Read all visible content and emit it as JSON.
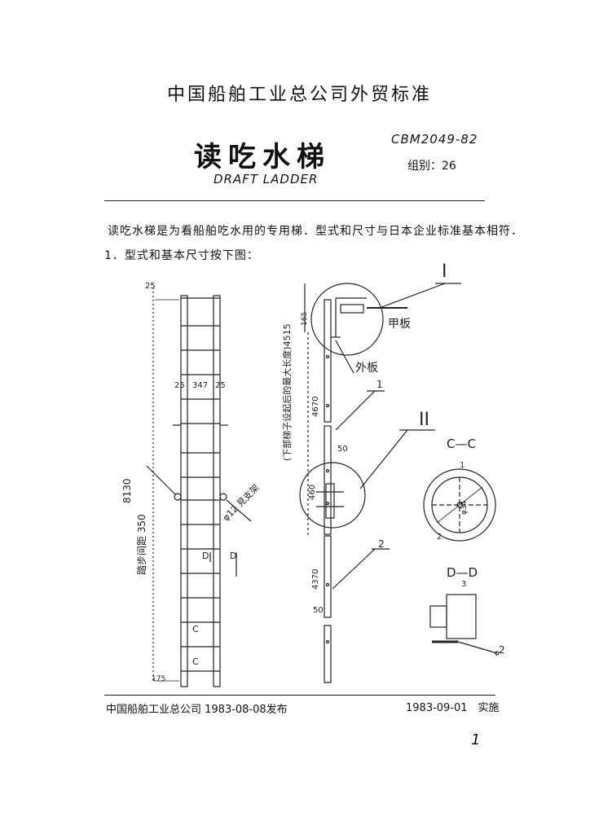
{
  "header": {
    "standard_title": "中国船舶工业总公司外贸标准",
    "doc_title_cn": "读吃水梯",
    "doc_title_en": "DRAFT LADDER",
    "standard_code": "CBM2049-82",
    "group_code": "组别：26"
  },
  "body": {
    "intro": "读吃水梯是为看船舶吃水用的专用梯．型式和尺寸与日本企业标准基本相符．",
    "clause1": "1．型式和基本尺寸按下图："
  },
  "drawing": {
    "dims": {
      "top_25": "25",
      "width_347": "347",
      "side_25_left": "25",
      "side_25_right": "25",
      "total_8130": "8130",
      "spacing_350": "踏步间距 350",
      "bottom_175": "175",
      "left_mid_350": "350",
      "rod_label": "φ12 見支架",
      "top_165": "165",
      "length_4515": "(下部梯子设起后的最大长度)4515",
      "length_4670": "4670",
      "length_4370": "4370",
      "joint_50_top": "50",
      "joint_50_bottom": "50",
      "inner_460": "460",
      "dia": "φ34",
      "dd_3": "3",
      "cc_1": "1",
      "cc_2": "2"
    },
    "labels": {
      "detail_I": "I",
      "detail_II": "II",
      "deck": "甲板",
      "hull": "外板",
      "item_1": "1",
      "item_2": "2",
      "item_2_dd": "2",
      "section_cc": "C—C",
      "section_dd": "D—D",
      "c_mark_1": "C",
      "c_mark_2": "C",
      "d_mark_1": "D",
      "d_mark_2": "D"
    }
  },
  "footer": {
    "issuer": "中国船舶工业总公司 1983-08-08发布",
    "effective": "1983-09-01　实施",
    "page": "1"
  }
}
